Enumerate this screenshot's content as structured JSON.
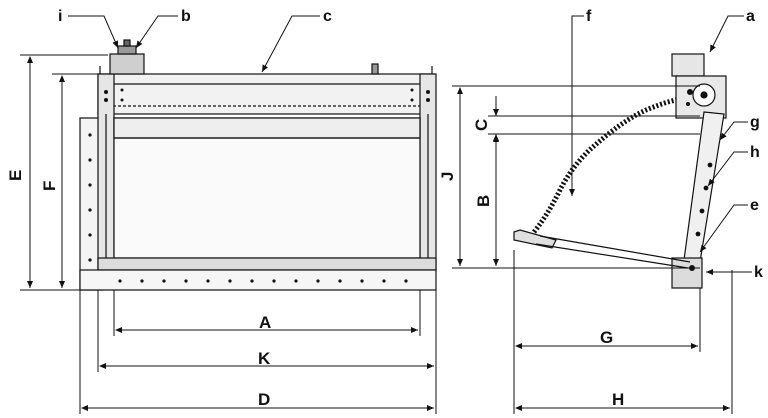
{
  "diagram": {
    "callouts": {
      "a": "a",
      "b": "b",
      "c": "c",
      "e": "e",
      "f": "f",
      "g": "g",
      "h": "h",
      "i": "i",
      "k": "k"
    },
    "dimensions": {
      "A": "A",
      "B": "B",
      "C": "C",
      "D": "D",
      "E": "E",
      "F": "F",
      "G": "G",
      "H": "H",
      "J": "J",
      "K": "K"
    },
    "colors": {
      "line": "#111111",
      "panel": "#f2f2f2",
      "panel_dark": "#d9d9d9"
    }
  }
}
